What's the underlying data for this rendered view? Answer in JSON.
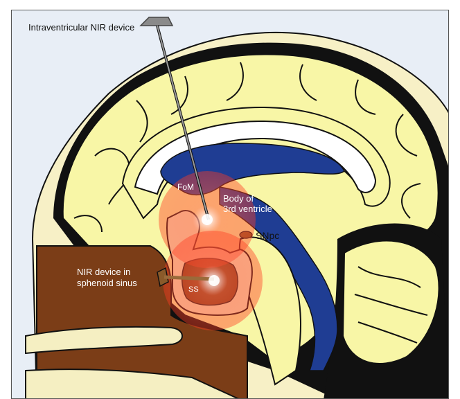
{
  "labels": {
    "intraventricular_device": "Intraventricular NIR device",
    "fom": "FoM",
    "third_ventricle_line1": "Body of",
    "third_ventricle_line2": "3rd ventricle",
    "snpc": "SNpc",
    "sphenoid_device_line1": "NIR device in",
    "sphenoid_device_line2": "sphenoid sinus",
    "ss": "SS"
  },
  "colors": {
    "background": "#e8eef6",
    "skin": "#f7f0c6",
    "brain": "#f8f6a6",
    "outline": "#111111",
    "ventricle": "#1f3d93",
    "white_matter": "#ffffff",
    "sinus_tissue": "#7b3d17",
    "bone": "#f5efc2",
    "glow": "#ff3a20",
    "device": "#8a8a8a",
    "snpc": "#8a5a25"
  }
}
